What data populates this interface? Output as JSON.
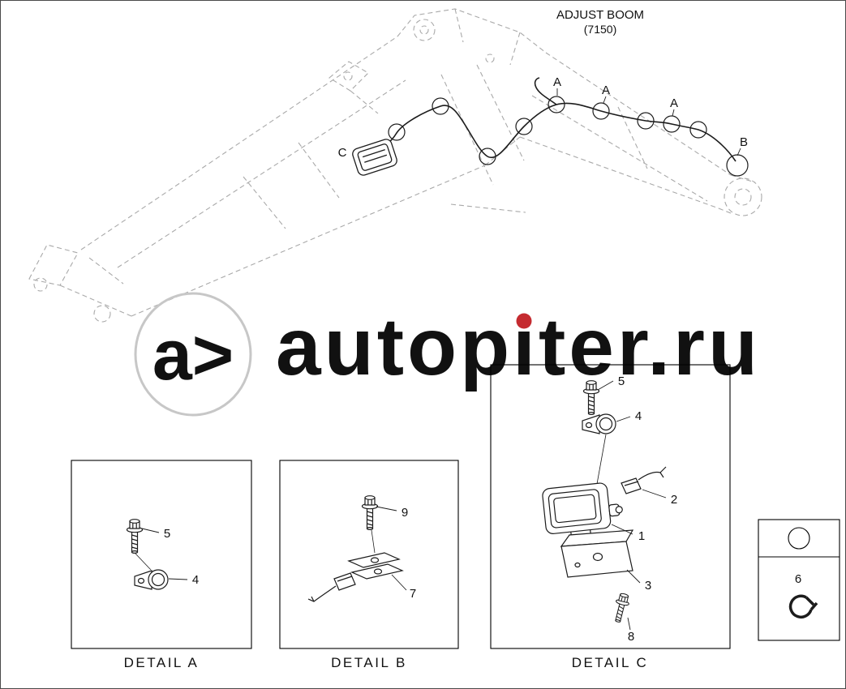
{
  "colors": {
    "ghost": "#a9a9a9",
    "ink": "#1c1c1c",
    "watermark_gray": "#c7c7c7",
    "watermark_logo_gray": "#bdbdbd",
    "watermark_red": "#c52b30"
  },
  "title": {
    "name": "ADJUST BOOM",
    "code": "(7150)"
  },
  "watermark": {
    "logo": "a>",
    "text": "autopiter.ru"
  },
  "callouts": {
    "a1": "A",
    "a2": "A",
    "a3": "A",
    "b": "B",
    "c": "C"
  },
  "detail_a": {
    "label": "DETAIL A",
    "bolt": "5",
    "clamp": "4"
  },
  "detail_b": {
    "label": "DETAIL B",
    "bolt": "9",
    "plate": "7"
  },
  "detail_c": {
    "label": "DETAIL C",
    "bolt": "5",
    "clamp": "4",
    "connector": "2",
    "lamp": "1",
    "bracket": "3",
    "screw": "8"
  },
  "side_box": {
    "clip": "6"
  }
}
